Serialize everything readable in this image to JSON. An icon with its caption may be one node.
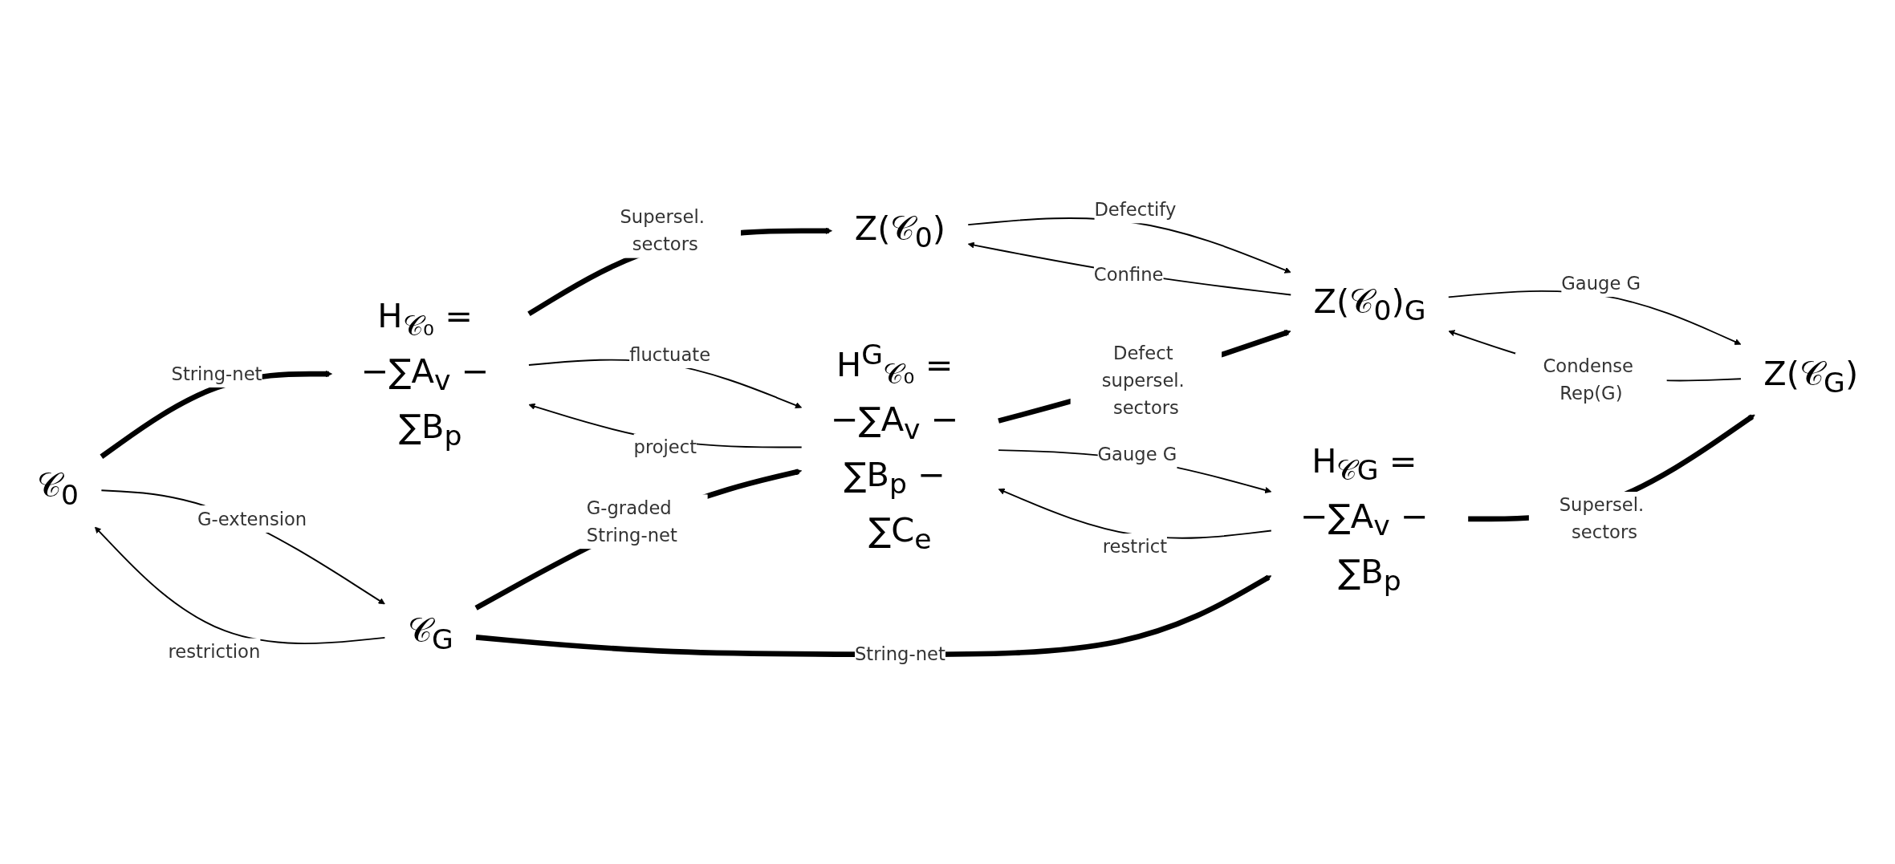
{
  "diagram": {
    "nodes": [
      {
        "text": [
          "𝒞$_{0}$"
        ]
      },
      {
        "text": [
          "H$_{𝒞₀}$ = −∑A$_{v}$ − ∑B$_{p}$"
        ]
      },
      {
        "text": [
          "Z(𝒞$_{0}$)"
        ]
      },
      {
        "text": [
          "𝒞$_{G}$"
        ]
      },
      {
        "text": [
          "H$^{G}$$_{𝒞₀}$ = −∑A$_{v}$ − ∑B$_{p}$ − ∑C$_{e}$"
        ]
      },
      {
        "text": [
          "Z(𝒞$_{0}$)$_{G}$"
        ]
      },
      {
        "text": [
          "H$_{𝒞G}$ = −∑A$_{v}$ − ∑B$_{p}$"
        ]
      },
      {
        "text": [
          "Z(𝒞$_{G}$)"
        ]
      }
    ],
    "edges": [
      {
        "from": 0,
        "to": 1,
        "arrow": "to",
        "label": "String-net",
        "style": "thick"
      },
      {
        "from": 1,
        "to": 2,
        "arrow": "to",
        "label": "Supersel. sectors",
        "style": "thick"
      },
      {
        "from": 3,
        "to": 0,
        "arrow": "to",
        "label": "restriction"
      },
      {
        "from": 0,
        "to": 3,
        "arrow": "to",
        "label": "G-extension"
      },
      {
        "from": 4,
        "to": 1,
        "arrow": "to",
        "label": "project"
      },
      {
        "from": 1,
        "to": 4,
        "arrow": "to",
        "label": "fluctuate"
      },
      {
        "from": 5,
        "to": 2,
        "arrow": "to",
        "label": "Confine"
      },
      {
        "from": 2,
        "to": 5,
        "arrow": "to",
        "label": "Defectify"
      },
      {
        "from": 3,
        "to": 4,
        "arrow": "to",
        "label": "G-graded String-net",
        "style": "thick"
      },
      {
        "from": 4,
        "to": 5,
        "arrow": "to",
        "label": "Defect supersel. sectors",
        "style": "thick"
      },
      {
        "from": 6,
        "to": 4,
        "arrow": "to",
        "label": "restrict"
      },
      {
        "from": 4,
        "to": 6,
        "arrow": "to",
        "label": "Gauge G"
      },
      {
        "from": 7,
        "to": 5,
        "arrow": "to",
        "label": "Condense Rep(G)"
      },
      {
        "from": 5,
        "to": 7,
        "arrow": "to",
        "label": "Gauge G"
      },
      {
        "from": 3,
        "to": 6,
        "arrow": "to",
        "label": "String-net",
        "style": "thick"
      },
      {
        "from": 6,
        "to": 7,
        "arrow": "to",
        "label": "Supersel. sectors",
        "style": "thick"
      }
    ]
  }
}
